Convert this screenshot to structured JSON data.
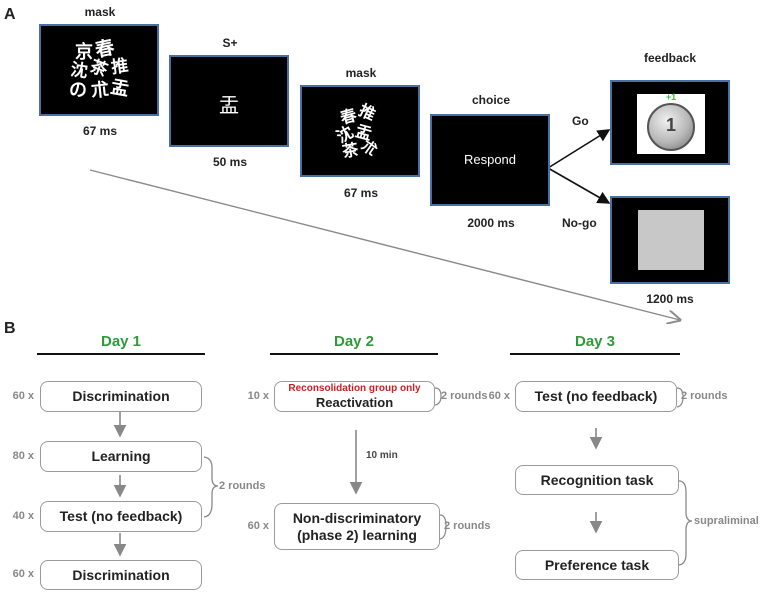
{
  "panel_a": {
    "letter": "A",
    "steps": [
      {
        "top_label": "mask",
        "duration": "67 ms",
        "content_type": "mask"
      },
      {
        "top_label": "S+",
        "duration": "50 ms",
        "content_type": "glyph",
        "glyph": "盂"
      },
      {
        "top_label": "mask",
        "duration": "67 ms",
        "content_type": "mask"
      },
      {
        "top_label": "choice",
        "duration": "2000 ms",
        "content_type": "text",
        "text": "Respond"
      }
    ],
    "mask_glyphs": [
      "京",
      "春",
      "沈",
      "茶",
      "推",
      "の",
      "朮",
      "盂"
    ],
    "feedback": {
      "title": "feedback",
      "go_label": "Go",
      "nogo_label": "No-go",
      "reward": "+1",
      "duration": "1200 ms",
      "reward_color": "#36c23a",
      "gray_color": "#c8c8c8"
    }
  },
  "panel_b": {
    "letter": "B",
    "day1": {
      "title": "Day 1",
      "boxes": [
        {
          "mult": "60 x",
          "label": "Discrimination"
        },
        {
          "mult": "80 x",
          "label": "Learning"
        },
        {
          "mult": "40 x",
          "label": "Test (no feedback)"
        },
        {
          "mult": "60 x",
          "label": "Discrimination"
        }
      ],
      "rounds": "2 rounds"
    },
    "day2": {
      "title": "Day 2",
      "reactivation": {
        "mult": "10 x",
        "note": "Reconsolidation group only",
        "label": "Reactivation",
        "rounds": "2 rounds"
      },
      "interval": "10 min",
      "learning": {
        "mult": "60 x",
        "line1": "Non-discriminatory",
        "line2": "(phase 2) learning",
        "rounds": "2 rounds"
      }
    },
    "day3": {
      "title": "Day 3",
      "test": {
        "mult": "60 x",
        "label": "Test (no feedback)",
        "rounds": "2 rounds"
      },
      "recognition": "Recognition task",
      "preference": "Preference task",
      "bracket_label": "supraliminal"
    }
  },
  "colors": {
    "day_title": "#2e9a3a",
    "note_red": "#cc1f1f",
    "frame_blue": "#4a6fa5"
  }
}
